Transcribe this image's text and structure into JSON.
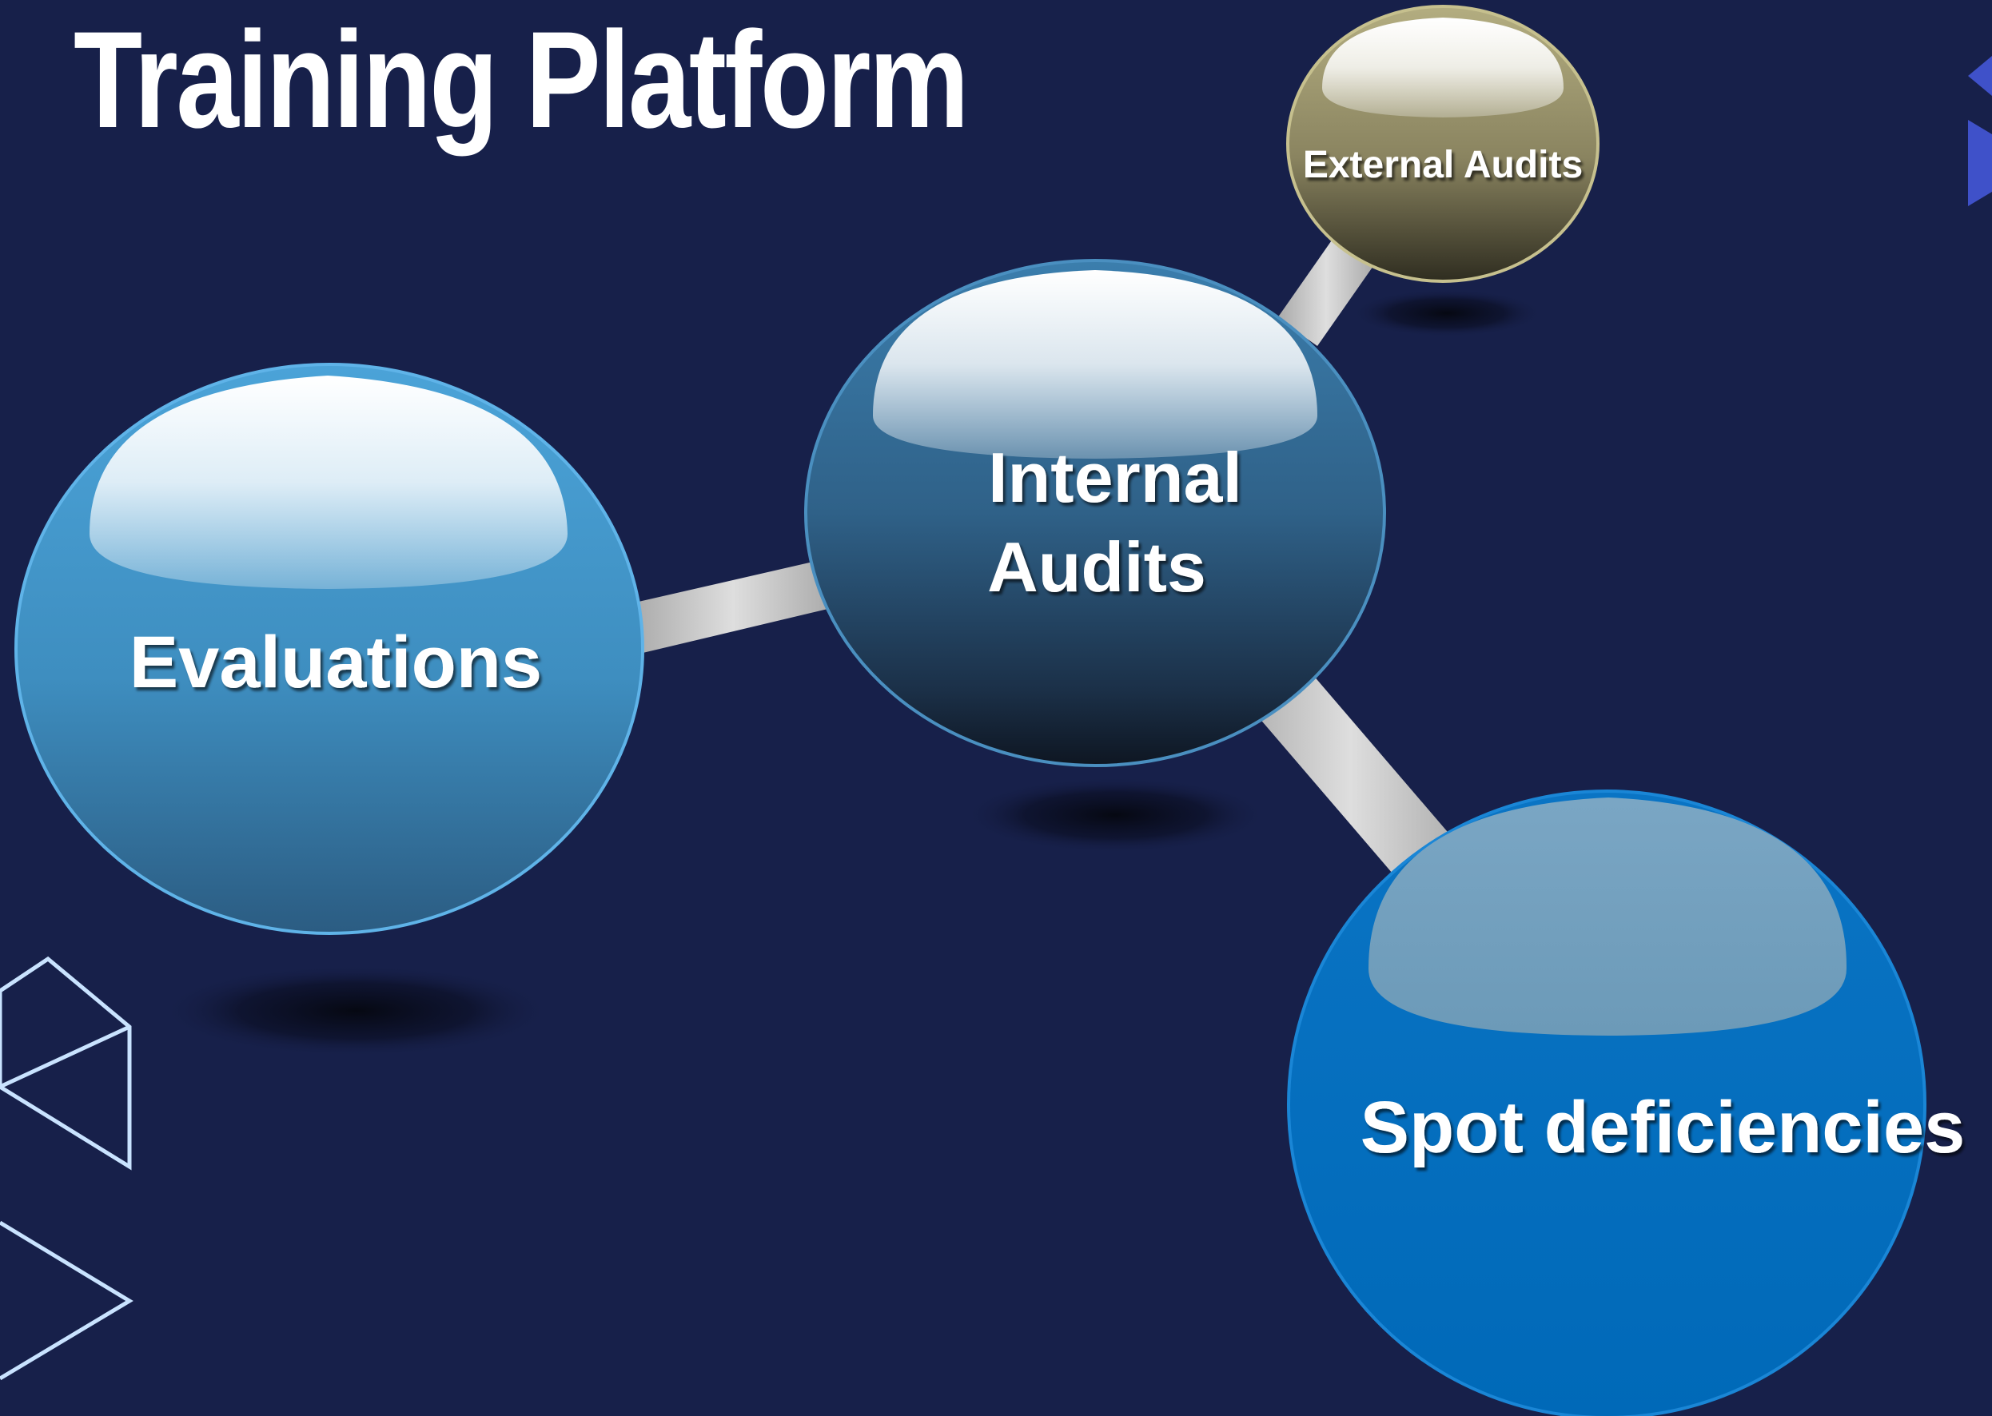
{
  "slide": {
    "title": "Training Platform"
  },
  "diagram": {
    "nodes": [
      {
        "id": "evaluations",
        "lines": [
          "Evaluations"
        ],
        "color": "#3f92c4"
      },
      {
        "id": "internal-audits",
        "lines": [
          "Internal",
          "Audits"
        ],
        "color": "#2e6287"
      },
      {
        "id": "external-audits",
        "lines": [
          "External Audits"
        ],
        "color": "#8c8660"
      },
      {
        "id": "spot-deficiencies",
        "lines": [
          "Spot deficiencies"
        ],
        "color": "#0070c0"
      }
    ],
    "connections": [
      {
        "from": "evaluations",
        "to": "internal-audits"
      },
      {
        "from": "internal-audits",
        "to": "external-audits"
      },
      {
        "from": "internal-audits",
        "to": "spot-deficiencies"
      }
    ]
  },
  "colors": {
    "background": "#17204a",
    "connector": "#c8c8c8",
    "decoration_outline": "#c9e3ff",
    "accent": "#3f51c9"
  }
}
